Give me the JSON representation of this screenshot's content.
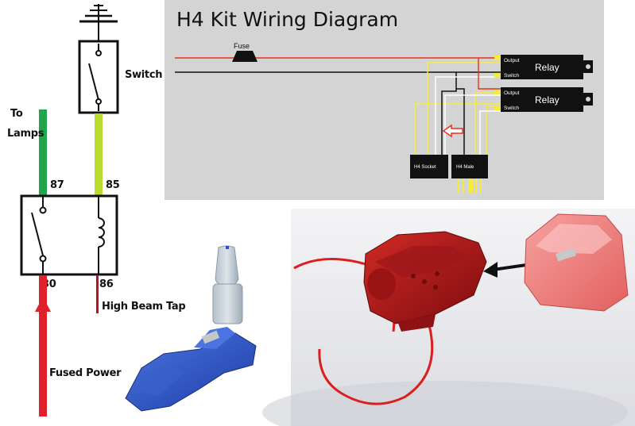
{
  "schematic": {
    "switch_label": "Switch",
    "to_lamps_line1": "To",
    "to_lamps_line2": "Lamps",
    "pin_87": "87",
    "pin_85": "85",
    "pin_30": "30",
    "pin_86": "86",
    "high_beam_tap": "High Beam Tap",
    "fused_power": "Fused Power"
  },
  "wiring_diagram": {
    "title": "H4 Kit Wiring Diagram",
    "fuse_label": "Fuse",
    "relays": [
      {
        "name": "Relay",
        "terminal_top": "Output",
        "terminal_bottom": "Switch"
      },
      {
        "name": "Relay",
        "terminal_top": "Output",
        "terminal_bottom": "Switch"
      }
    ],
    "connectors": [
      "H4 Socket",
      "H4 Male"
    ]
  },
  "colors": {
    "panel_bg": "#d4d4d4",
    "wire_red": "#e8321e",
    "wire_yellow": "#f4ec3c",
    "wire_green": "#1fa54a",
    "wire_lime": "#b8dc2e",
    "schematic_red": "#e0202a",
    "tap_blue": "#2a53c8",
    "tap_red": "#b01818"
  }
}
